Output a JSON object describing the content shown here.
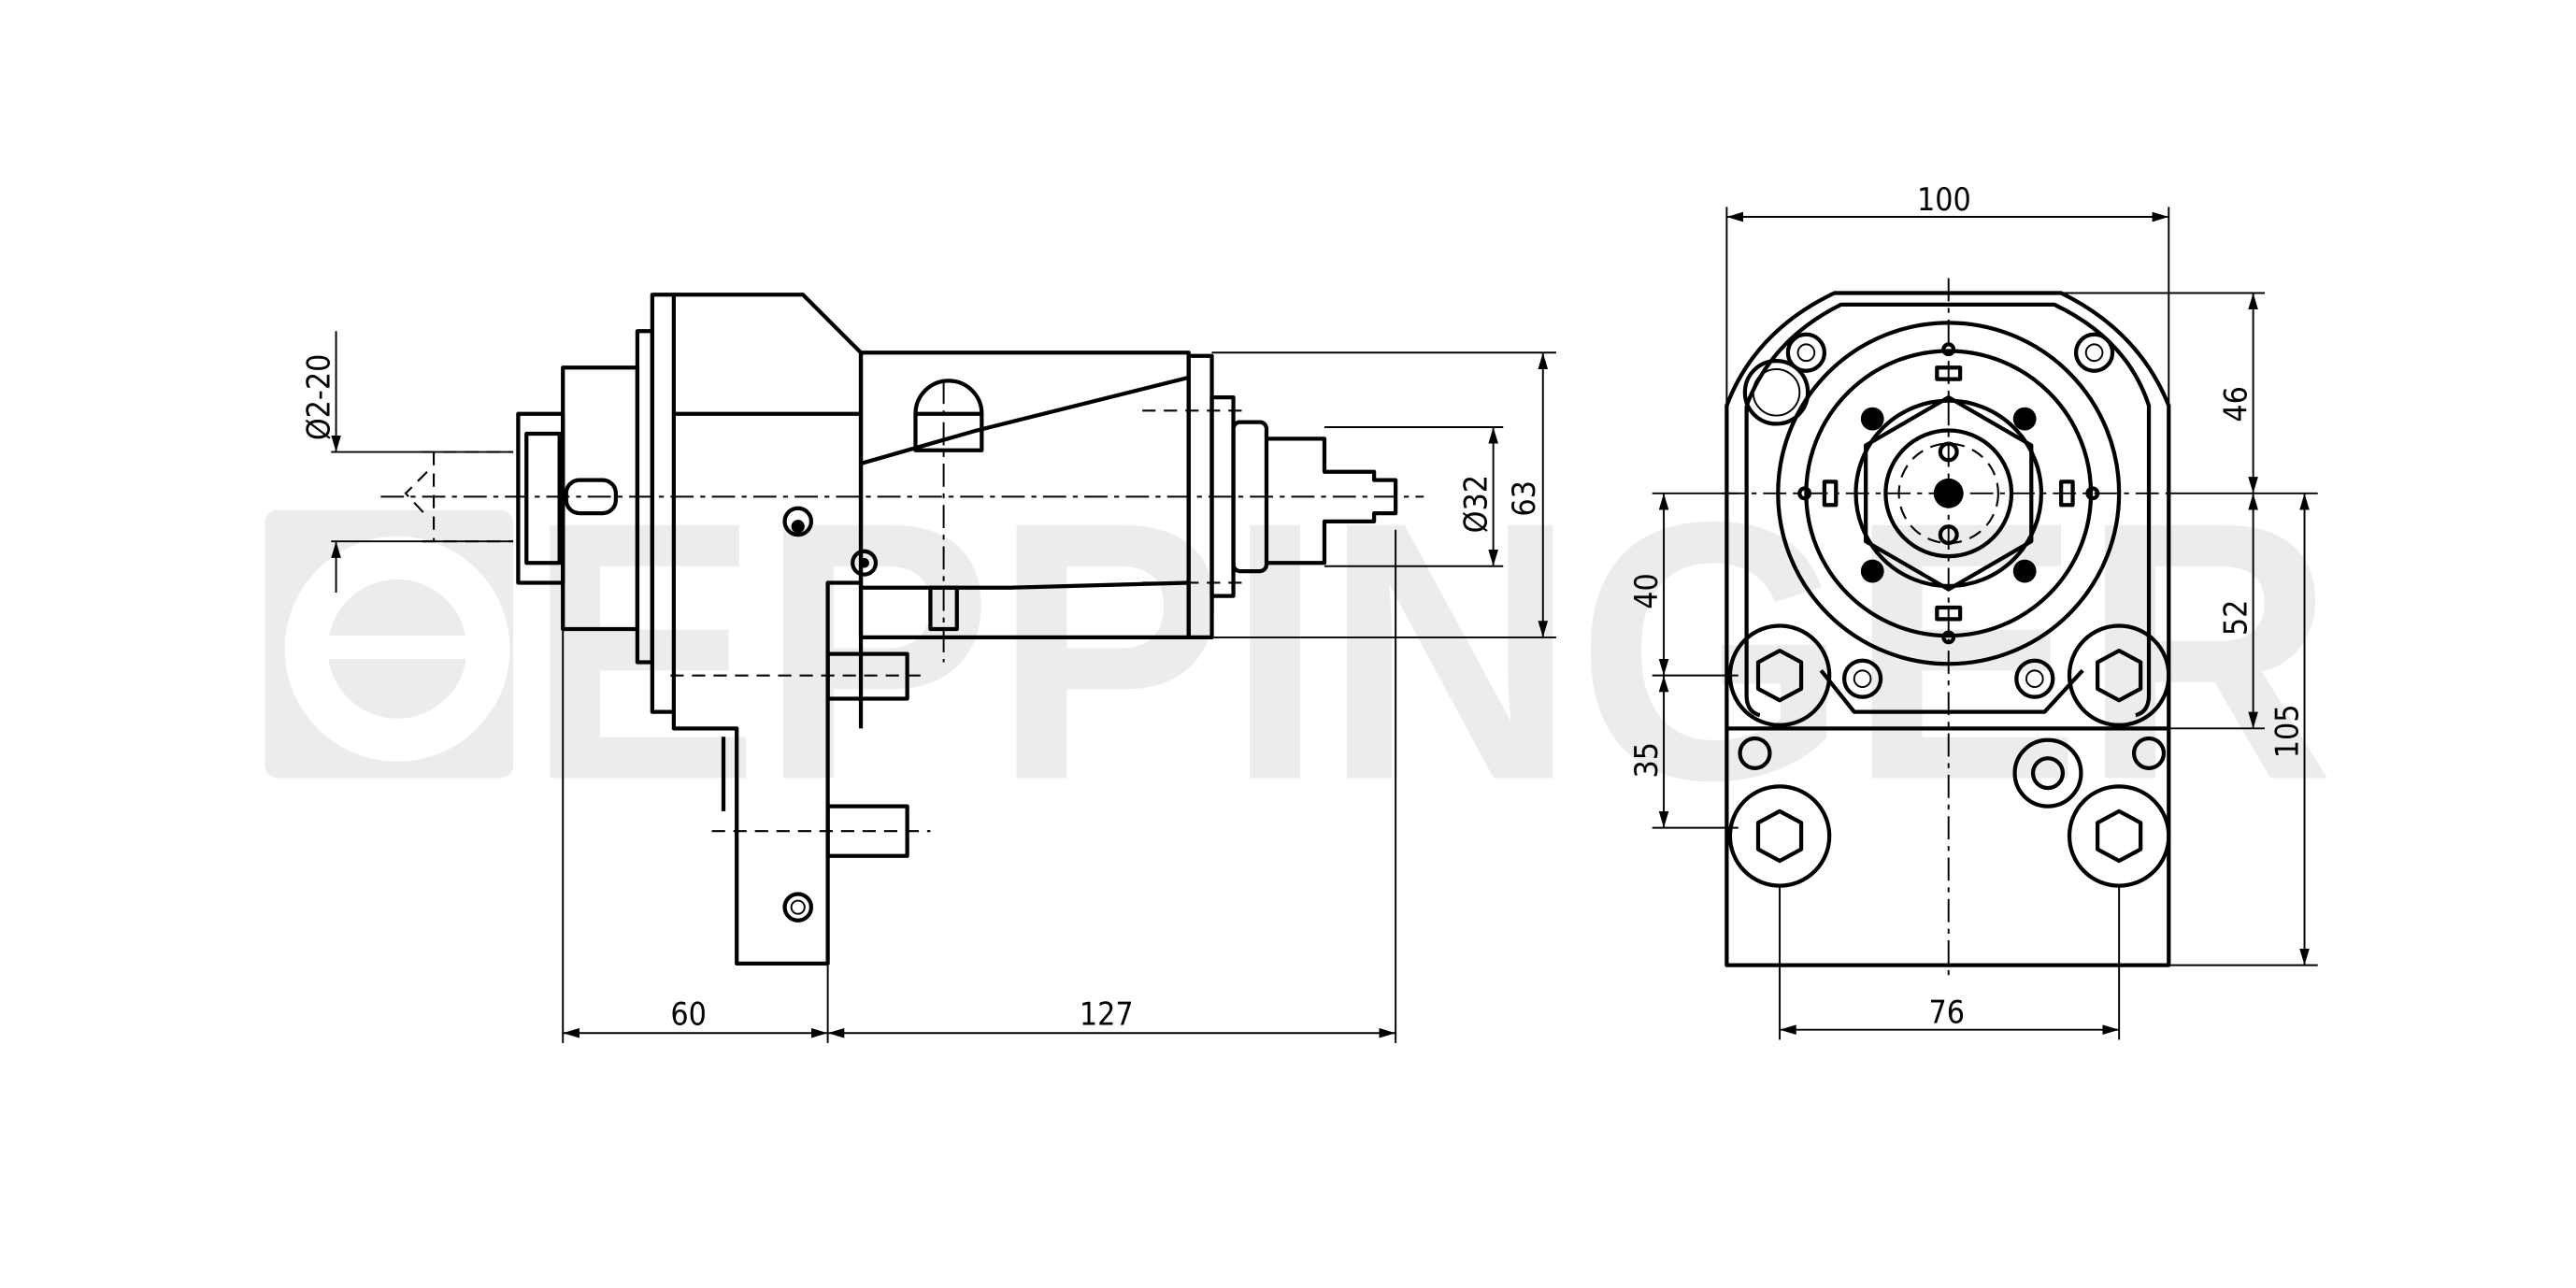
{
  "watermark": {
    "brand": "EPPINGER"
  },
  "side_view": {
    "dimensions": {
      "tool_diameter_range": "Ø2-20",
      "height_63": "63",
      "shaft_diameter": "Ø32",
      "length_60": "60",
      "length_127": "127"
    }
  },
  "front_view": {
    "dimensions": {
      "width_100": "100",
      "height_46": "46",
      "height_52": "52",
      "height_105": "105",
      "height_40": "40",
      "height_35": "35",
      "width_76": "76"
    }
  }
}
